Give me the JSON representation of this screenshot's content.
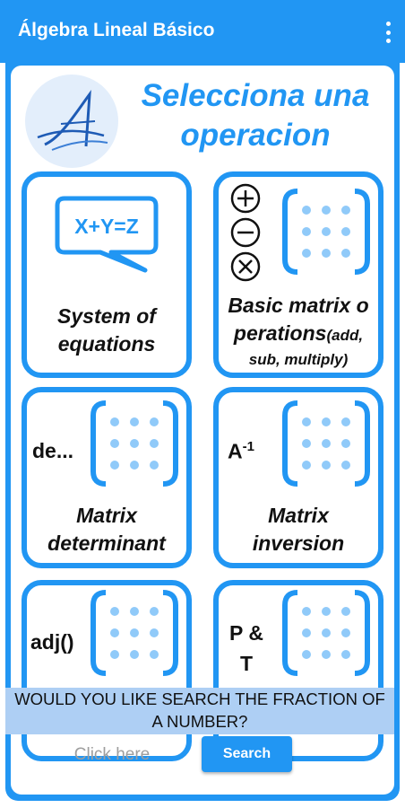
{
  "appbar": {
    "title": "Álgebra Lineal Básico",
    "menu_icon": "overflow-menu-icon"
  },
  "heading": {
    "line1": "Selecciona una",
    "line2": "operacion"
  },
  "logo": {
    "icon": "algebra-logo-icon"
  },
  "cards": [
    {
      "id": "system",
      "label_line1": "System of",
      "label_line2": "equations",
      "badge": "X+Y=Z",
      "icon": "speech-bubble-icon"
    },
    {
      "id": "basic",
      "label_line1": "Basic matrix o",
      "label_line2": "perations",
      "label_small_a": "(add,",
      "label_small_b": "sub, multiply)",
      "icons": [
        "plus-circle-icon",
        "minus-circle-icon",
        "times-circle-icon"
      ]
    },
    {
      "id": "determinant",
      "side": "de...",
      "label_line1": "Matrix",
      "label_line2": "determinant"
    },
    {
      "id": "inversion",
      "side": "A",
      "side_sup": "-1",
      "label_line1": "Matrix",
      "label_line2": "inversion"
    },
    {
      "id": "adjoint",
      "side": "adj()"
    },
    {
      "id": "pt",
      "side_line1": "P &",
      "side_line2": "T"
    }
  ],
  "search": {
    "question_line1": "WOULD YOU LIKE SEARCH THE FRACTION OF",
    "question_line2": "A NUMBER?",
    "placeholder": "Click here",
    "button_label": "Search"
  },
  "colors": {
    "primary": "#2196F3",
    "highlight": "#aecff4",
    "dot": "#90caf9"
  }
}
